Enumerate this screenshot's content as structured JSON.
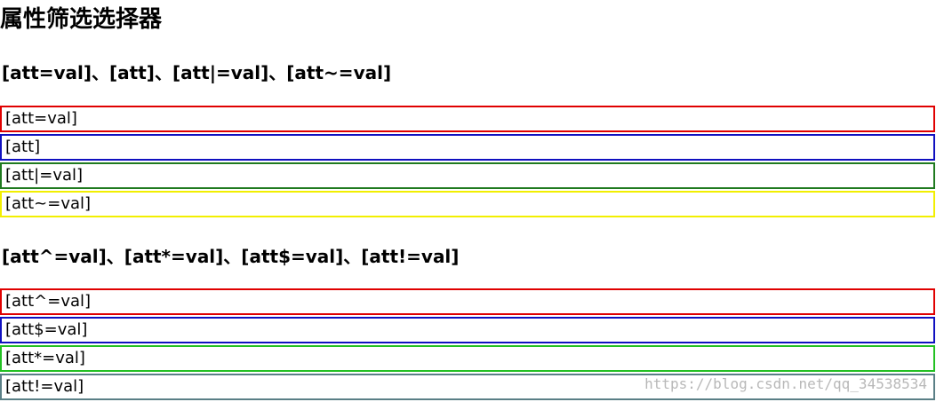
{
  "page": {
    "title": "属性筛选选择器"
  },
  "section1": {
    "heading": "[att=val]、[att]、[att|=val]、[att~=val]",
    "boxes": [
      {
        "text": "[att=val]",
        "border_color": "#e00000"
      },
      {
        "text": "[att]",
        "border_color": "#1010c0"
      },
      {
        "text": "[att|=val]",
        "border_color": "#1f7a1f"
      },
      {
        "text": "[att~=val]",
        "border_color": "#f2ef00"
      }
    ]
  },
  "section2": {
    "heading": "[att^=val]、[att*=val]、[att$=val]、[att!=val]",
    "boxes": [
      {
        "text": "[att^=val]",
        "border_color": "#e00000"
      },
      {
        "text": "[att$=val]",
        "border_color": "#1010c0"
      },
      {
        "text": "[att*=val]",
        "border_color": "#22c022"
      },
      {
        "text": "[att!=val]",
        "border_color": "#5a7f86"
      }
    ]
  },
  "watermark": {
    "text": "https://blog.csdn.net/qq_34538534"
  }
}
